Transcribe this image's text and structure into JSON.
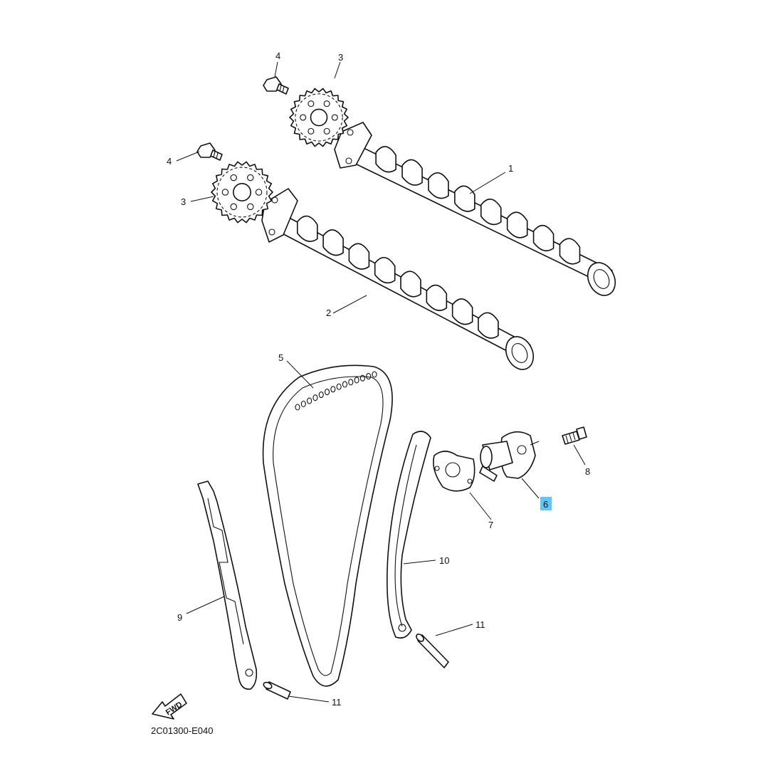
{
  "diagram": {
    "reference_code": "2C01300-E040",
    "fwd_label": "FWD",
    "highlight_color": "#5bc8f5",
    "callouts": [
      {
        "id": "c1",
        "label": "1"
      },
      {
        "id": "c2",
        "label": "2"
      },
      {
        "id": "c3a",
        "label": "3"
      },
      {
        "id": "c3b",
        "label": "3"
      },
      {
        "id": "c4a",
        "label": "4"
      },
      {
        "id": "c4b",
        "label": "4"
      },
      {
        "id": "c5",
        "label": "5"
      },
      {
        "id": "c6",
        "label": "6",
        "highlighted": true
      },
      {
        "id": "c7",
        "label": "7"
      },
      {
        "id": "c8",
        "label": "8"
      },
      {
        "id": "c9",
        "label": "9"
      },
      {
        "id": "c10",
        "label": "10"
      },
      {
        "id": "c11a",
        "label": "11"
      },
      {
        "id": "c11b",
        "label": "11"
      }
    ]
  }
}
